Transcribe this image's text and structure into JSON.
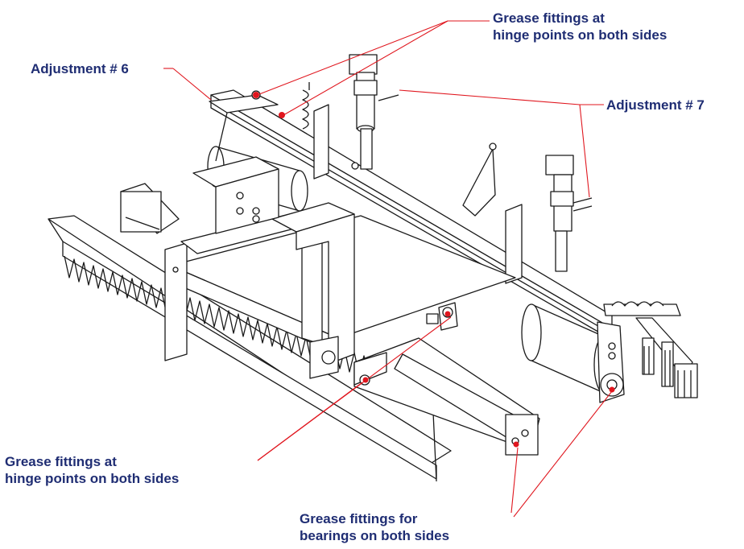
{
  "colors": {
    "callout_text": "#1f2d73",
    "leader_line": "#e0161e",
    "grease_fitting": "#e0161e",
    "outline": "#1a1a1a",
    "background": "#ffffff"
  },
  "callouts": {
    "grease_top": {
      "line1": "Grease fittings at",
      "line2": "hinge points on both sides"
    },
    "adjustment_6": "Adjustment # 6",
    "adjustment_7": "Adjustment # 7",
    "grease_bottom_left": {
      "line1": "Grease fittings at",
      "line2": "hinge points on both sides"
    },
    "grease_bearings": {
      "line1": "Grease fittings for",
      "line2": "bearings on both sides"
    }
  }
}
